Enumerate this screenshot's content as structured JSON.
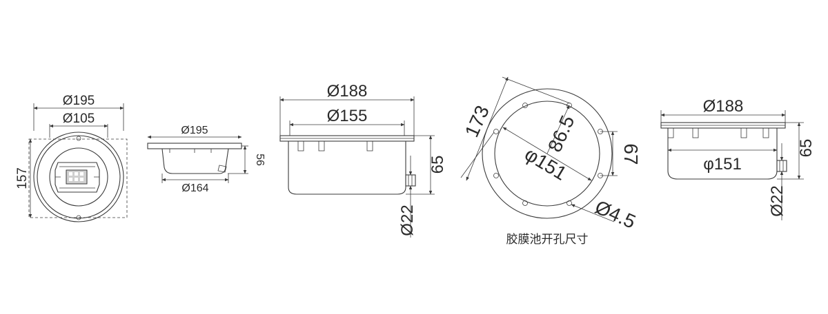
{
  "views": {
    "front": {
      "outer_diameter": "Ø195",
      "inner_diameter": "Ø105",
      "height": "157"
    },
    "side_small": {
      "top_diameter": "Ø195",
      "bottom_diameter": "Ø164",
      "height": "56"
    },
    "side_large": {
      "flange_diameter": "Ø188",
      "body_diameter": "Ø155",
      "height": "65",
      "gland": "Ø22"
    },
    "cutout": {
      "span": "173",
      "inner_circle": "φ151",
      "radius": "86.5",
      "offset": "67",
      "hole": "Ø4.5",
      "caption": "胶膜池开孔尺寸"
    },
    "side_right": {
      "flange_diameter": "Ø188",
      "body_diameter": "φ151",
      "height": "65",
      "gland": "Ø22"
    }
  },
  "colors": {
    "line": "#3a3a3a",
    "text": "#2a2a2a",
    "background": "#ffffff"
  }
}
